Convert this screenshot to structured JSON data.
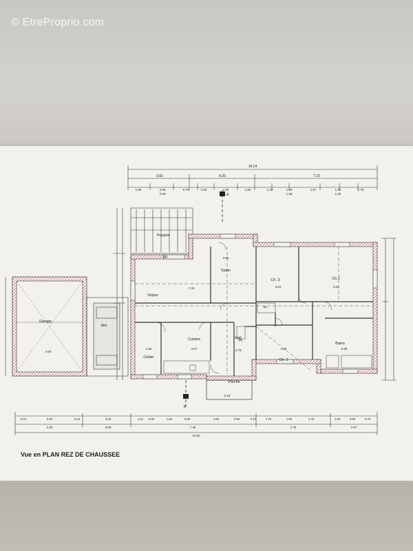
{
  "watermark": "© EtreProprio.com",
  "plan": {
    "caption": "Vue en PLAN REZ DE CHAUSSEE",
    "dims_top": {
      "total": "16.24",
      "row2": [
        "3.82",
        "4.20",
        "7.22"
      ],
      "row3": [
        "1.06",
        "2.05",
        "0.74",
        "1.50",
        "1.00",
        "1.50",
        "1.10",
        "1.20",
        "1.97",
        "1.20",
        "1.75"
      ],
      "row3b": [
        "2.05",
        "1.25",
        "1.25"
      ]
    },
    "dims_bottom": {
      "row1": [
        "0.24",
        "3.40",
        "0.24",
        "3.00",
        "1.01",
        "0.90",
        "1.62",
        "0.80",
        "1.50",
        "0.90",
        "0.47",
        "1.79",
        "1.50",
        "1.79",
        "1.35",
        "0.90",
        "0.75"
      ],
      "row2": [
        "4.28",
        "3.60",
        "7.45",
        "4.75",
        "2.97"
      ],
      "total": "22.52"
    },
    "rooms": {
      "garage": "Garage",
      "abri": "Abri",
      "pergola": "Pergola",
      "vr": "VR",
      "salon": "Salon",
      "sejour": "Séjour",
      "cuisine": "Cuisine",
      "cellier": "Cellier",
      "hall": "Hall",
      "pl1": "Pl.",
      "pl2": "Pl.",
      "ch3": "Ch. 3",
      "ch2": "Ch.2",
      "ch1": "Ch. 1",
      "bains": "Bains",
      "porche": "Porche"
    },
    "room_dims": {
      "salon": "3.50",
      "sejour": "7.32",
      "cuisine": "3.57",
      "cellier": "1.92",
      "hall": "3.75",
      "ch3": "3.54",
      "ch2": "3.54",
      "ch1": "4.06",
      "bains": "2.90",
      "porche": "2.43",
      "garage_w": "3.60"
    },
    "section_marks": [
      "A",
      "B"
    ],
    "colors": {
      "ink": "#2a2a2a",
      "hatch": "#9b2b2b",
      "paper": "#f2f1ee"
    }
  }
}
